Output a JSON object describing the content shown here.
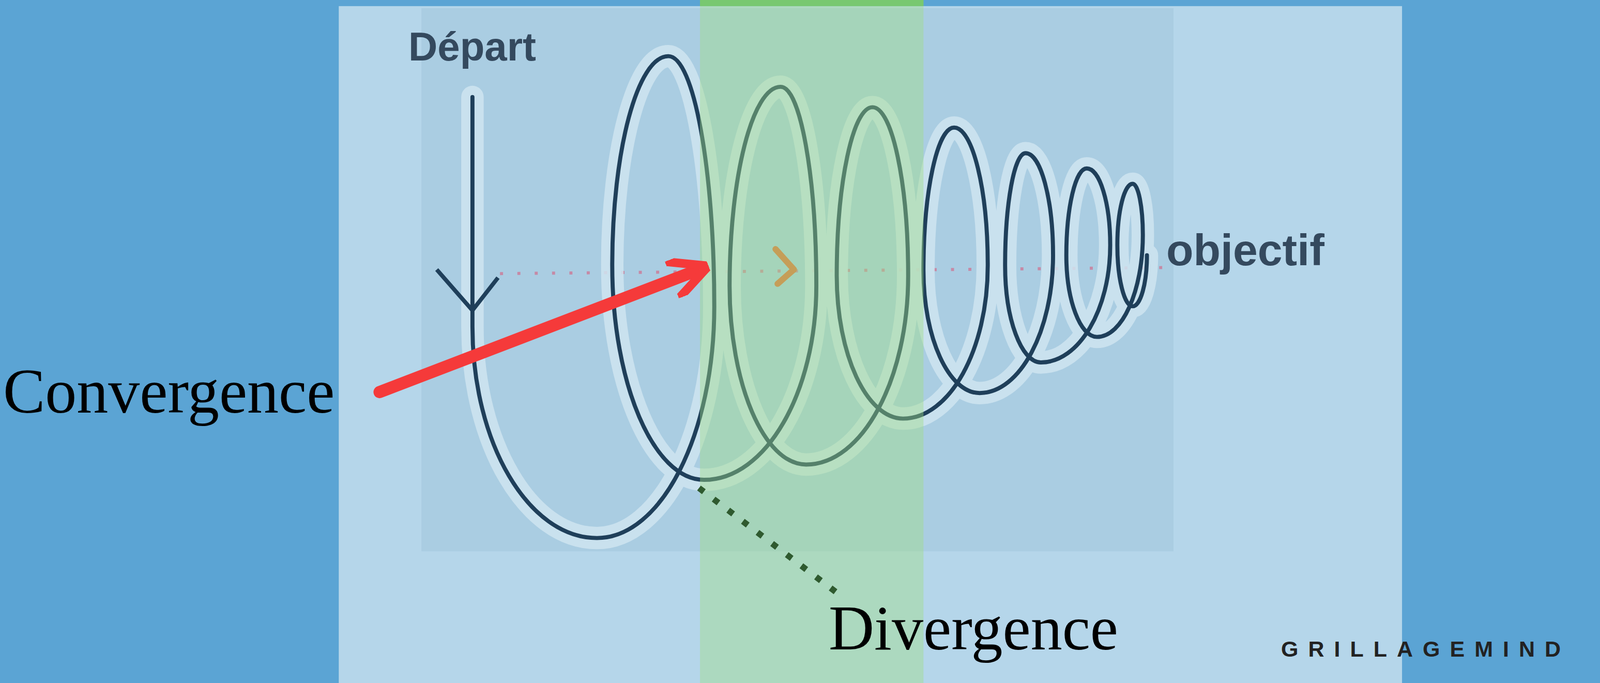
{
  "diagram": {
    "labels": [
      "Départ",
      "objectif",
      "Convergence",
      "Divergence",
      "GRILLAGEMIND"
    ]
  }
}
